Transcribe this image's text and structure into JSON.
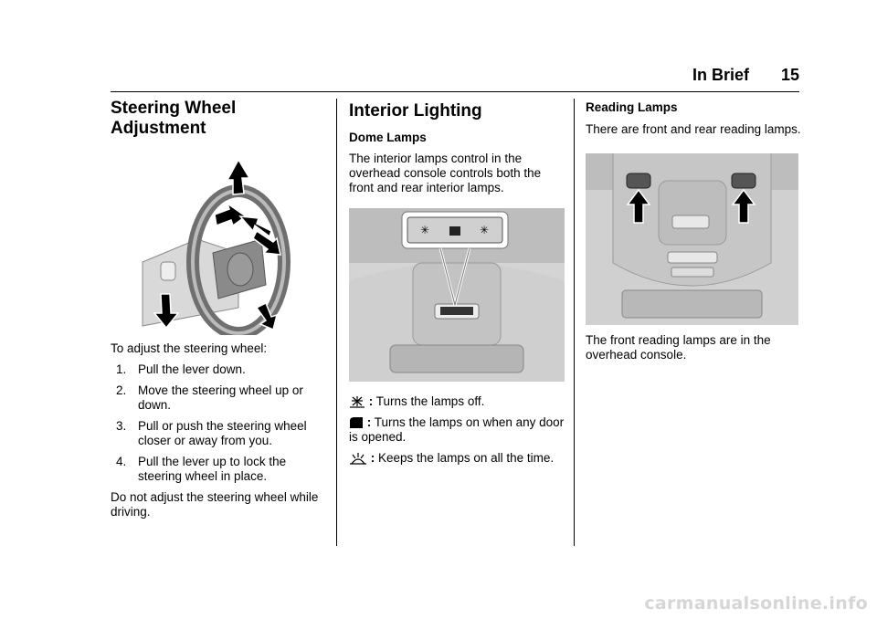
{
  "header": {
    "section": "In Brief",
    "page_number": "15"
  },
  "steering": {
    "title": "Steering Wheel Adjustment",
    "intro": "To adjust the steering wheel:",
    "steps": [
      {
        "num": "1.",
        "text": "Pull the lever down."
      },
      {
        "num": "2.",
        "text": "Move the steering wheel up or down."
      },
      {
        "num": "3.",
        "text": "Pull or push the steering wheel closer or away from you."
      },
      {
        "num": "4.",
        "text": "Pull the lever up to lock the steering wheel in place."
      }
    ],
    "caution": "Do not adjust the steering wheel while driving."
  },
  "interior": {
    "title": "Interior Lighting",
    "dome_heading": "Dome Lamps",
    "dome_text": "The interior lamps control in the overhead console controls both the front and rear interior lamps.",
    "icon_items": [
      {
        "icon": "lamp-off-icon",
        "text": "Turns the lamps off."
      },
      {
        "icon": "door-icon",
        "text": "Turns the lamps on when any door is opened."
      },
      {
        "icon": "lamp-on-icon",
        "text": "Keeps the lamps on all the time."
      }
    ],
    "separator": ":"
  },
  "reading": {
    "heading": "Reading Lamps",
    "intro": "There are front and rear reading lamps.",
    "location": "The front reading lamps are in the overhead console."
  },
  "footer": {
    "watermark": "carmanualsonline.info"
  }
}
